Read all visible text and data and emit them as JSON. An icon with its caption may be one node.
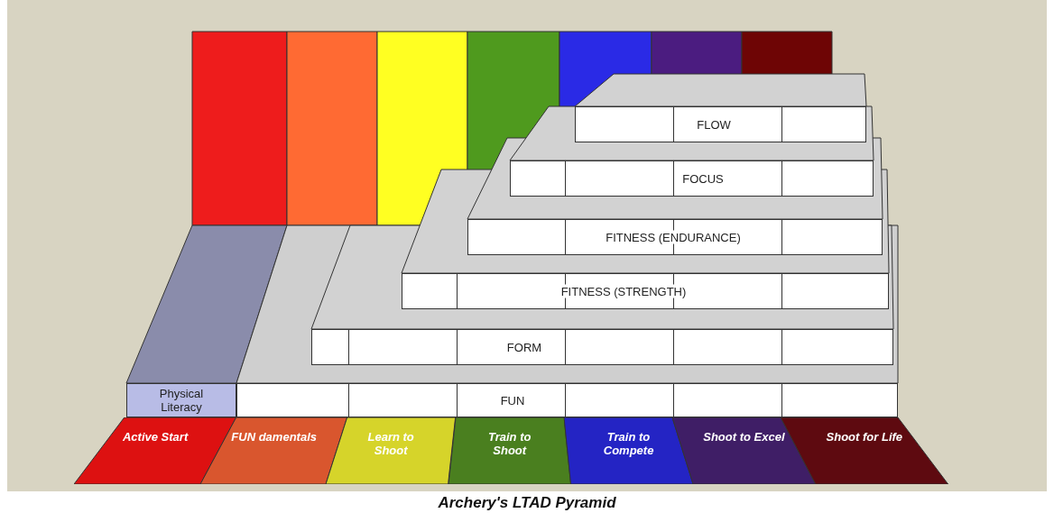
{
  "diagram": {
    "caption": "Archery's LTAD Pyramid",
    "nodes": [
      {
        "text": [
          "FLOW"
        ]
      },
      {
        "text": [
          "FOCUS"
        ]
      },
      {
        "text": [
          "FITNESS (ENDURANCE)"
        ]
      },
      {
        "text": [
          "FITNESS (STRENGTH)"
        ]
      },
      {
        "text": [
          "FORM"
        ]
      },
      {
        "text": [
          "Physical Literacy"
        ]
      },
      {
        "text": [
          "FUN"
        ]
      },
      {
        "text": [
          "Active Start"
        ]
      },
      {
        "text": [
          "FUN damentals"
        ]
      },
      {
        "text": [
          "Learn to Shoot"
        ]
      },
      {
        "text": [
          "Train to Shoot"
        ]
      },
      {
        "text": [
          "Train to Compete"
        ]
      },
      {
        "text": [
          "Shoot to Excel"
        ]
      },
      {
        "text": [
          "Shoot for Life"
        ]
      }
    ],
    "edges": []
  }
}
